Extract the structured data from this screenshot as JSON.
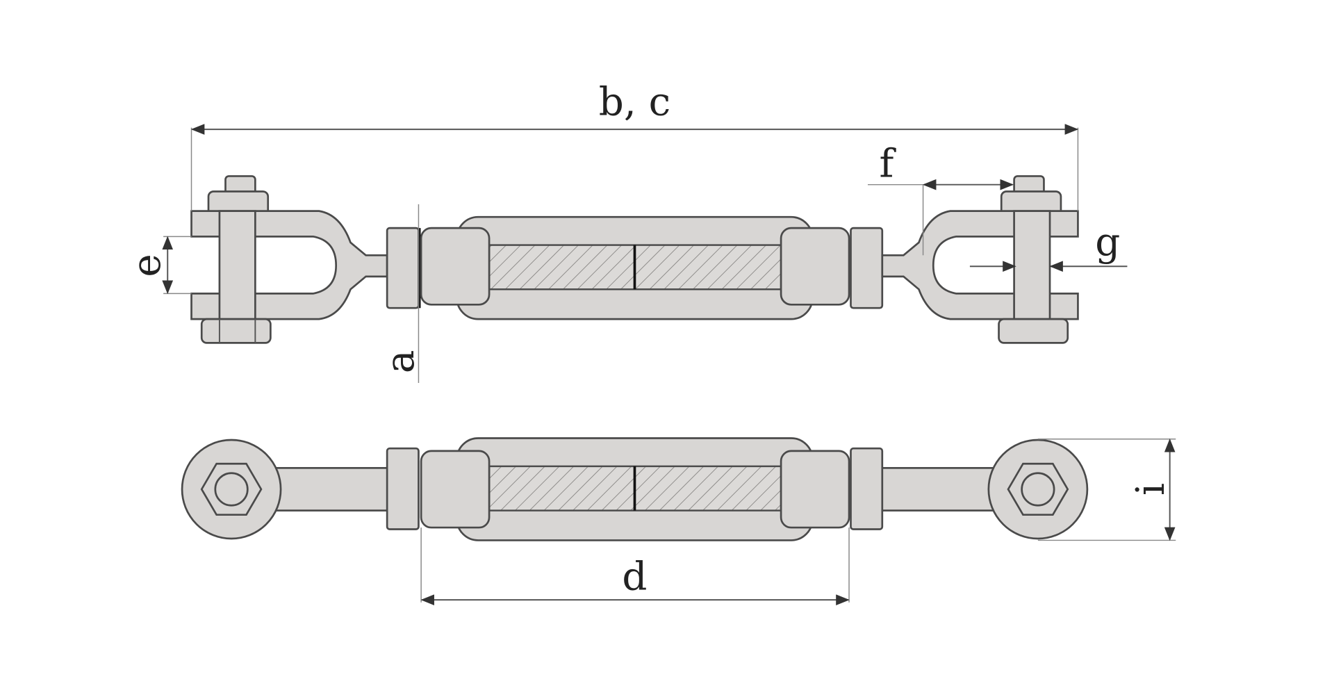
{
  "title": "Turnbuckle dimension drawing",
  "labels": {
    "overall_length": "b, c",
    "jaw_depth": "f",
    "pin_diameter": "g",
    "jaw_width": "e",
    "thread": "a",
    "body_length": "d",
    "eye_diameter": "i"
  },
  "colors": {
    "part_fill": "#d8d6d4",
    "outline": "#4a4a4a",
    "background": "#ffffff"
  }
}
